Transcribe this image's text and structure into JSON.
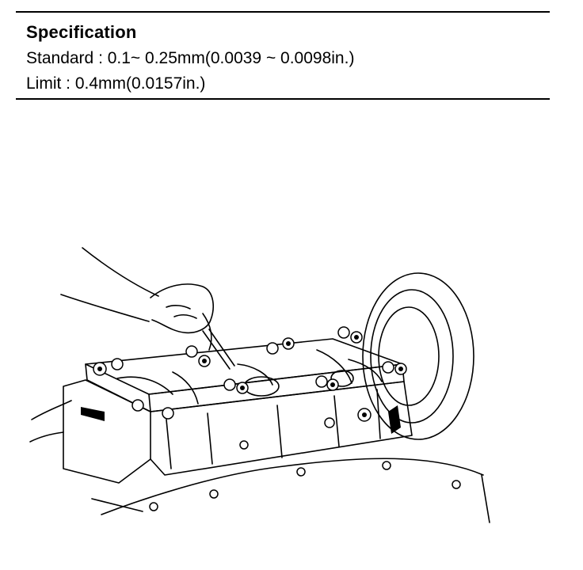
{
  "specification": {
    "title": "Specification",
    "standard": "Standard : 0.1~ 0.25mm(0.0039 ~ 0.0098in.)",
    "limit": "Limit :  0.4mm(0.0157in.)"
  },
  "illustration": {
    "icon": "engine-crankshaft-feeler-gauge-drawing",
    "line_color": "#000000"
  }
}
